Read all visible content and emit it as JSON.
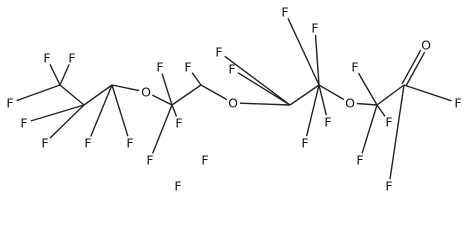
{
  "molecule": {
    "atom_labels": {
      "F": "F",
      "O": "O"
    },
    "atoms": [
      {
        "id": "f1",
        "symbol": "F"
      },
      {
        "id": "f2",
        "symbol": "F"
      },
      {
        "id": "f3",
        "symbol": "F"
      },
      {
        "id": "f4",
        "symbol": "F"
      },
      {
        "id": "f5",
        "symbol": "F"
      },
      {
        "id": "f6",
        "symbol": "F"
      },
      {
        "id": "f7",
        "symbol": "F"
      },
      {
        "id": "o1",
        "symbol": "O"
      },
      {
        "id": "f8",
        "symbol": "F"
      },
      {
        "id": "f9",
        "symbol": "F"
      },
      {
        "id": "f10",
        "symbol": "F"
      },
      {
        "id": "f11",
        "symbol": "F"
      },
      {
        "id": "f12",
        "symbol": "F"
      },
      {
        "id": "f13",
        "symbol": "F"
      },
      {
        "id": "o2",
        "symbol": "O"
      },
      {
        "id": "f14",
        "symbol": "F"
      },
      {
        "id": "f15",
        "symbol": "F"
      },
      {
        "id": "f16",
        "symbol": "F"
      },
      {
        "id": "f17",
        "symbol": "F"
      },
      {
        "id": "f18",
        "symbol": "F"
      },
      {
        "id": "f19",
        "symbol": "F"
      },
      {
        "id": "o3",
        "symbol": "O"
      },
      {
        "id": "f20",
        "symbol": "F"
      },
      {
        "id": "f21",
        "symbol": "F"
      },
      {
        "id": "f22",
        "symbol": "F"
      },
      {
        "id": "f23",
        "symbol": "F"
      },
      {
        "id": "o4",
        "symbol": "O"
      },
      {
        "id": "f24",
        "symbol": "F"
      }
    ]
  }
}
